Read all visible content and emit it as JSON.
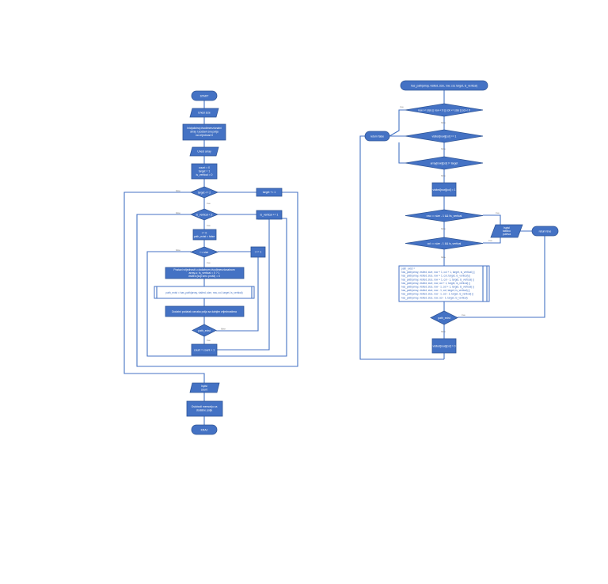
{
  "left_flow": {
    "start": "START",
    "input_size": "Unesi size",
    "note_init": [
      "Inicijaliziraj dvodimenzionalni",
      "array i postavi sva polja",
      "na vrijednost 0"
    ],
    "input_array": "Unesi array",
    "init_vars": [
      "count = 0",
      "target = 1",
      "is_vertical = 0"
    ],
    "cond_target": "target <= 2",
    "cond_vertical": "is_vertical < 2",
    "init_loop": [
      "i = 0",
      "path_exist = false"
    ],
    "cond_i": "i < size",
    "note_reset": [
      "Postavi vrijednosti u dodatnom dvodimenzionalnom",
      "array-u: is_vertical = 0 ? 1",
      "visited (koji smo prošli) = 0"
    ],
    "call_box": "path_exist = has_path(array, visited, size, row, col, target, is_vertical)",
    "note_reset2": "Dodatni podatak oznaka polja sa dalnjim vrijednostima",
    "cond_path": "path_exist",
    "inc_count": "count = count + 1",
    "inc_target": "target += 1",
    "inc_vertical": "is_vertical += 1",
    "inc_i": "i += 1",
    "output_count": [
      "Ispisi",
      "count"
    ],
    "note_free": [
      "Oslobodi memoriju za",
      "dodatne polja"
    ],
    "end": "KRAJ",
    "label_yes": "true",
    "label_no": "false"
  },
  "right_flow": {
    "start": "has_path(array, visited, size, row, col, target, is_vertical)",
    "cond_bounds": "row >= size || row < 0 || col >= size || col < 0",
    "return_false": "return false",
    "cond_visited": "visited[row][col] == 1",
    "cond_target": "array[row][col] != target",
    "set_visited": "visited[row][col] = 1",
    "cond_row": "row == size - 1 && !is_vertical",
    "cond_col": "col == size - 1 && is_vertical",
    "output": [
      "Ispisi",
      "tablicu",
      "puteva"
    ],
    "return_true": "return true",
    "calls": [
      "path_exist =",
      "has_path(array, visited, size, row + 1, col + 1, target, is_vertical) ||",
      "has_path(array, visited, size, row + 1, col, target, is_vertical) ||",
      "has_path(array, visited, size, row + 1, col - 1, target, is_vertical) ||",
      "has_path(array, visited, size, row, col + 1, target, is_vertical) ||",
      "has_path(array, visited, size, row - 1, col + 1, target, is_vertical) ||",
      "has_path(array, visited, size, row - 1, col, target, is_vertical) ||",
      "has_path(array, visited, size, row - 1, col - 1, target, is_vertical) ||",
      "has_path(array, visited, size, row, col - 1, target, is_vertical)"
    ],
    "cond_path": "path_exist",
    "unset_visited": "visited[row][col] = 0",
    "label_yes": "true",
    "label_no": "false"
  }
}
